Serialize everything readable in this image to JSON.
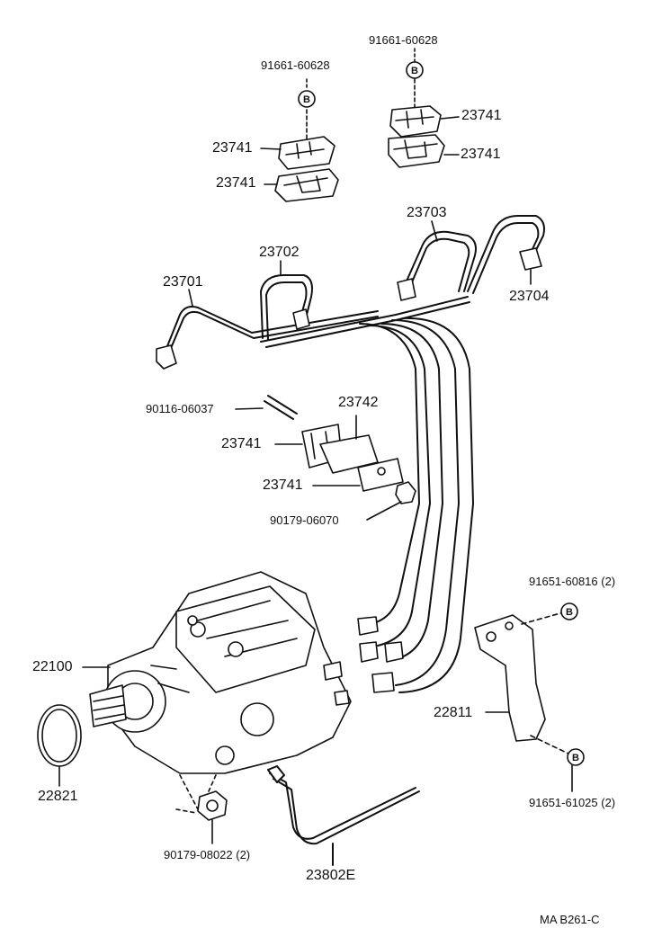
{
  "labels": {
    "bolt_left": "91661-60628",
    "bolt_right": "91661-60628",
    "clamp_l_upper": "23741",
    "clamp_l_lower": "23741",
    "clamp_r_upper": "23741",
    "clamp_r_lower": "23741",
    "pipe_23703": "23703",
    "pipe_23702": "23702",
    "pipe_23701": "23701",
    "pipe_23704": "23704",
    "stud": "90116-06037",
    "bracket_23742": "23742",
    "clamp_m_upper": "23741",
    "clamp_m_lower": "23741",
    "nut_mid": "90179-06070",
    "bolt_bracket_top": "91651-60816 (2)",
    "pump": "22100",
    "bracket_22811": "22811",
    "oring": "22821",
    "bolt_bracket_bottom": "91651-61025 (2)",
    "nut_bottom": "90179-08022 (2)",
    "pipe_23802E": "23802E",
    "code": "MA  B261-C"
  },
  "marker_letter": "B"
}
